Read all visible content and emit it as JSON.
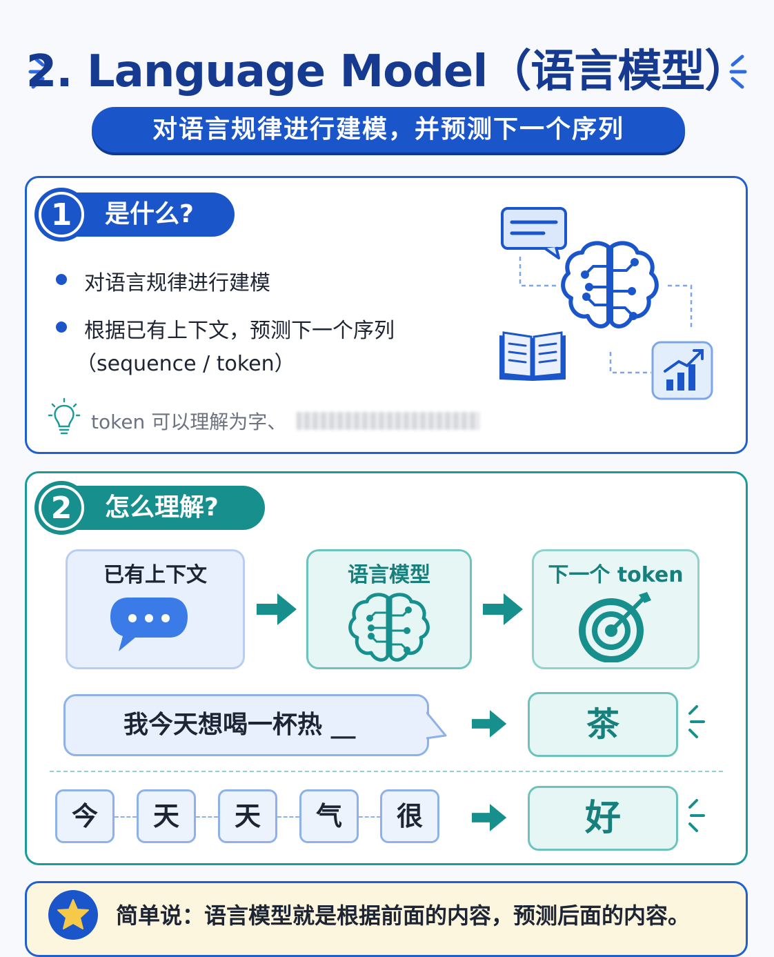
{
  "header": {
    "title": "2. Language Model（语言模型）",
    "subtitle": "对语言规律进行建模，并预测下一个序列"
  },
  "section1": {
    "number": "1",
    "heading": "是什么?",
    "bullets": [
      "对语言规律进行建模",
      "根据已有上下文，预测下一个序列"
    ],
    "bullet2_line2": "（sequence / token）",
    "tip": "token 可以理解为字、"
  },
  "section2": {
    "number": "2",
    "heading": "怎么理解?",
    "flow": [
      {
        "label": "已有上下文"
      },
      {
        "label": "语言模型"
      },
      {
        "label": "下一个 token"
      }
    ],
    "example1": {
      "sentence": "我今天想喝一杯热 __",
      "answer": "茶"
    },
    "example2": {
      "tokens": [
        "今",
        "天",
        "天",
        "气",
        "很"
      ],
      "answer": "好"
    }
  },
  "summary": {
    "text": "简单说：语言模型就是根据前面的内容，预测后面的内容。"
  },
  "colors": {
    "primary_blue": "#1a56c9",
    "teal": "#178f8c",
    "title_navy": "#163a8f",
    "summary_bg": "#fdf6df",
    "star_yellow": "#f7c948"
  },
  "icons": [
    "chat-bubble-icon",
    "brain-circuit-icon",
    "open-book-icon",
    "growth-chart-icon",
    "lightbulb-icon",
    "speech-bubble-dots-icon",
    "target-icon",
    "arrow-right-icon",
    "star-icon",
    "sparkle-lines-icon"
  ]
}
